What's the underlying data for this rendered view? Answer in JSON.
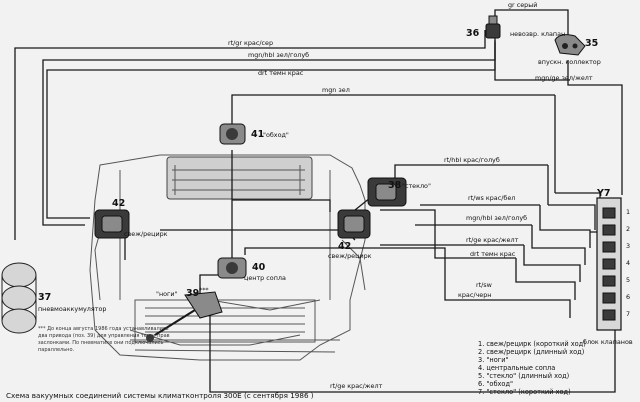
{
  "labels": {
    "gr_gray": "gr серый",
    "rt_gr": "rt/gr  крас/сер",
    "mgn_hbl_top": "mgn/hbl зел/голуб",
    "drt_top": "drt  темн крас",
    "mgn_zel": "mgn зел",
    "mgn_ge": "mgn/ge зел/желт",
    "rt_hbl": "rt/hbl крас/голуб",
    "rt_ws": "rt/ws крас/бел",
    "mgn_hbl_mid": "mgn/hbl зел/голуб",
    "rt_ge_mid": "rt/ge крас/желт",
    "drt_mid": "drt  темн крас",
    "rt_sw": "rt/sw",
    "kras_chern": "крас/черн",
    "rt_ge_bottom": "rt/ge крас/желт",
    "nevozv": "невозвр. клапан",
    "vpuskn": "впускн. коллектор",
    "obkhod": "\"обход\"",
    "steklo": "\"стекло\"",
    "svezh_recirk_left": "свеж/рецирк",
    "svezh_recirk_right": "свеж/рецирк",
    "centr_sopla": "центр сопла",
    "nogi": "\"ноги\"",
    "pnevmo": "пневмоаккумулятор",
    "blok": "блок клапанов",
    "y7": "Y7"
  },
  "numbers": {
    "n36": "36",
    "n35": "35",
    "n41": "41",
    "n38": "38",
    "n42a": "42",
    "n42b": "42",
    "n40": "40",
    "n39": "39",
    "n39stars": "***",
    "n37": "37"
  },
  "ports": [
    "1",
    "2",
    "3",
    "4",
    "5",
    "6",
    "7"
  ],
  "legend": [
    "1. свеж/рецирк (короткий ход)",
    "2. свеж/рецирк (длинный ход)",
    "3. \"ноги\"",
    "4. центральные сопла",
    "5. \"стекло\" (длинный ход)",
    "6. \"обход\"",
    "7. \"стекло\" (короткий ход)"
  ],
  "footnote": [
    "*** До конца августа 1986 года устанавливались",
    "два привода (поз. 39) для управления тем и прав",
    "заслонками. По пневматике они подключались",
    "параллельно."
  ],
  "caption": "Схема вакуумных соединений системы климатконтроля 300E (с сентября 1986 )"
}
